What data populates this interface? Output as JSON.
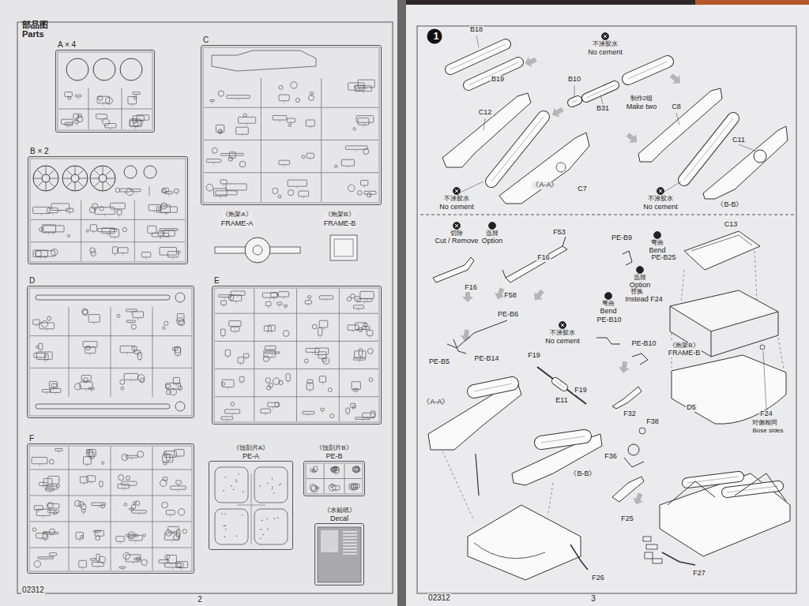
{
  "diagram": {
    "title": "部品图 Parts",
    "nodes": [
      {
        "text": [
          "A × 4"
        ]
      },
      {
        "text": [
          "B × 2"
        ]
      },
      {
        "text": [
          "C"
        ]
      },
      {
        "text": [
          "D"
        ]
      },
      {
        "text": [
          "E"
        ]
      },
      {
        "text": [
          "F"
        ]
      },
      {
        "text": [
          "《蚀刻片A》",
          "PE-A"
        ]
      },
      {
        "text": [
          "《蚀刻片B》",
          "PE-B"
        ]
      },
      {
        "text": [
          "《水贴纸》",
          "Decal"
        ]
      },
      {
        "text": [
          "1"
        ]
      }
    ],
    "labels": [
      "《炮架A》",
      "FRAME-A",
      "《炮架B》",
      "FRAME-B",
      "02312",
      "2",
      "B18",
      "B19",
      "不涂胶水",
      "No cement",
      "B10",
      "B31",
      "制作2组",
      "Make two",
      "C12",
      "C8",
      "C11",
      "《A-A》",
      "C7",
      "不涂胶水",
      "No cement",
      "不涂胶水",
      "No cement",
      "《B-B》",
      "切除",
      "Cut / Remove",
      "选择",
      "Option",
      "F53",
      "F16",
      "F16",
      "F58",
      "PE-B9",
      "弯曲",
      "Bend",
      "PE-B25",
      "选择",
      "Option",
      "替换",
      "Instead F24",
      "弯曲",
      "Bend",
      "PE-B10",
      "C13",
      "PE-B6",
      "不涂胶水",
      "No cement",
      "PE-B14",
      "F19",
      "PE-B10",
      "《炮架B》",
      "FRAME-B",
      "PE-B5",
      "F19",
      "《A-A》",
      "E11",
      "F32",
      "F38",
      "D5",
      "F24",
      "对侧相同",
      "Bose sides",
      "F36",
      "《B-B》",
      "F25",
      "F26",
      "F27",
      "02312",
      "3"
    ]
  }
}
